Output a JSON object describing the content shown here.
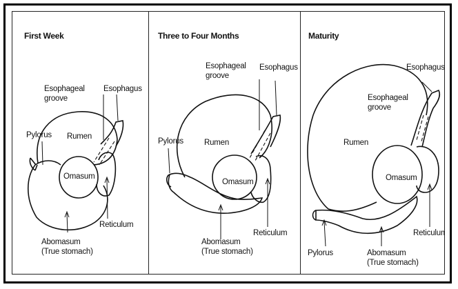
{
  "panels": [
    {
      "title": "First Week",
      "labels": {
        "esophageal_groove": "Esophageal\ngroove",
        "esophagus": "Esophagus",
        "pylorus": "Pylorus",
        "rumen": "Rumen",
        "omasum": "Omasum",
        "reticulum": "Reticulum",
        "abomasum": "Abomasum\n(True stomach)"
      }
    },
    {
      "title": "Three to Four Months",
      "labels": {
        "esophageal_groove": "Esophageal\ngroove",
        "esophagus": "Esophagus",
        "pylorus": "Pylorus",
        "rumen": "Rumen",
        "omasum": "Omasum",
        "reticulum": "Reticulum",
        "abomasum": "Abomasum\n(True stomach)"
      }
    },
    {
      "title": "Maturity",
      "labels": {
        "esophagus": "Esophagus",
        "esophageal_groove": "Esophageal\ngroove",
        "rumen": "Rumen",
        "omasum": "Omasum",
        "pylorus": "Pylorus",
        "abomasum": "Abomasum\n(True stomach)",
        "reticulum": "Reticulum"
      }
    }
  ]
}
